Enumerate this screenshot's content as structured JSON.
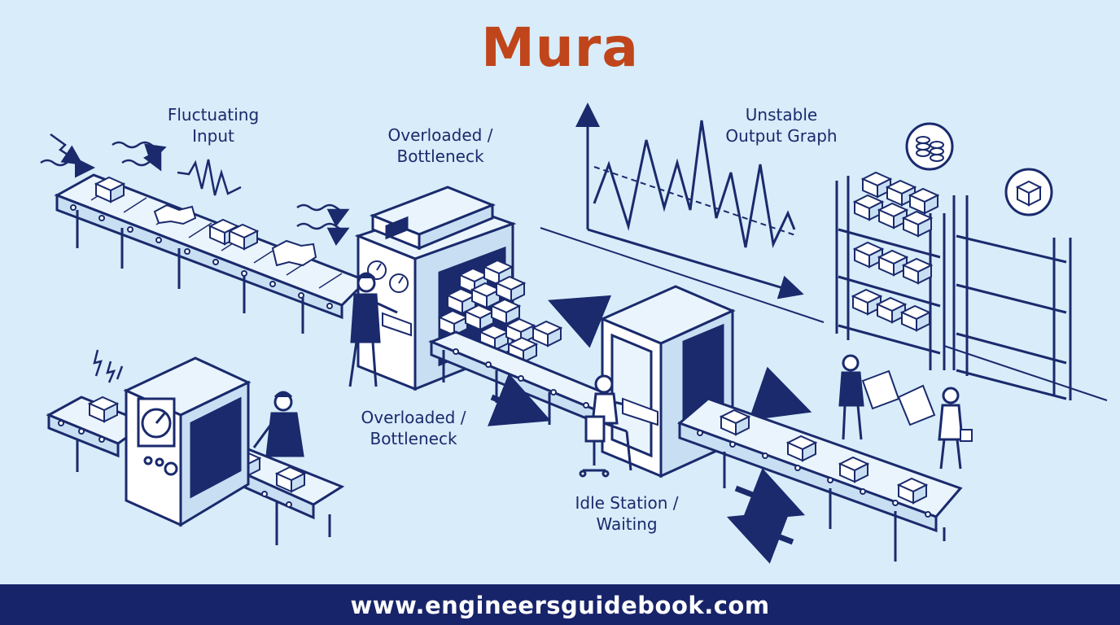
{
  "title": "Mura",
  "labels": {
    "fluctuating_input": [
      "Fluctuating",
      "Input"
    ],
    "overloaded_top": [
      "Overloaded /",
      "Bottleneck"
    ],
    "unstable_graph": [
      "Unstable",
      "Output Graph"
    ],
    "overloaded_mid": [
      "Overloaded /",
      "Bottleneck"
    ],
    "idle_station": [
      "Idle Station /",
      "Waiting"
    ]
  },
  "footer": {
    "url": "www.engineersguidebook.com"
  },
  "colors": {
    "title": "#c0451b",
    "ink": "#1a2a6c",
    "background": "#d8ecfa",
    "footer_bar": "#18246a",
    "footer_text": "#ffffff"
  },
  "icons": [
    "coins-icon",
    "box-icon",
    "gauge-icon",
    "lightning-icon",
    "wavy-arrow-icon",
    "arrow-icon"
  ]
}
